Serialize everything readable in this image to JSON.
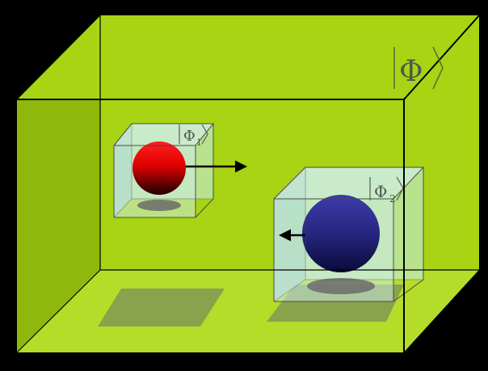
{
  "diagram": {
    "outer_box": {
      "state_label": "Φ",
      "color": "#a8d414",
      "wall_dark": "#86ab0c",
      "edge_color": "#000000"
    },
    "particles": [
      {
        "id": "particle-1",
        "state_label": "Φ",
        "subscript": "1",
        "sphere_color_top": "#ff1a1a",
        "sphere_color_bottom": "#1a0000",
        "motion": "right"
      },
      {
        "id": "particle-2",
        "state_label": "Φ",
        "subscript": "2",
        "sphere_color_top": "#3a3aa8",
        "sphere_color_bottom": "#0a0a3a",
        "motion": "left"
      }
    ],
    "cube_color": "#c5ecf0",
    "floor_shadow_color": "#6e8a4a"
  }
}
